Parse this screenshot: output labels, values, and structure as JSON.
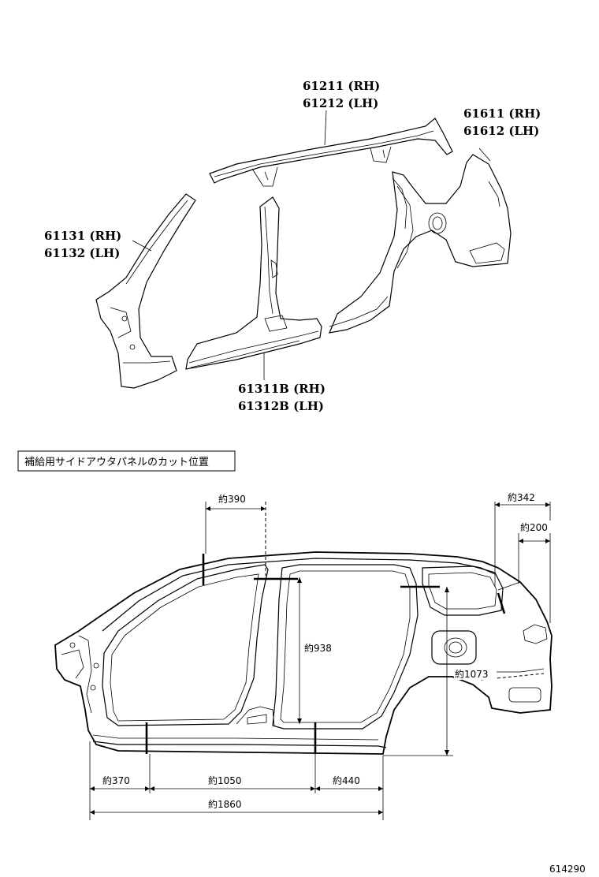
{
  "parts": {
    "roof_rail": [
      "61211 (RH)",
      "61212 (LH)"
    ],
    "quarter_panel": [
      "61611 (RH)",
      "61612 (LH)"
    ],
    "front_pillar": [
      "61131 (RH)",
      "61132 (LH)"
    ],
    "rocker_panel": [
      "61311B (RH)",
      "61312B (LH)"
    ]
  },
  "section_caption": "補給用サイドアウタパネルのカット位置",
  "dimensions": {
    "d390": "約390",
    "d342": "約342",
    "d200": "約200",
    "d938": "約938",
    "d1073": "約1073",
    "d370": "約370",
    "d1050": "約1050",
    "d440": "約440",
    "d1860": "約1860"
  },
  "figure_code": "614290"
}
